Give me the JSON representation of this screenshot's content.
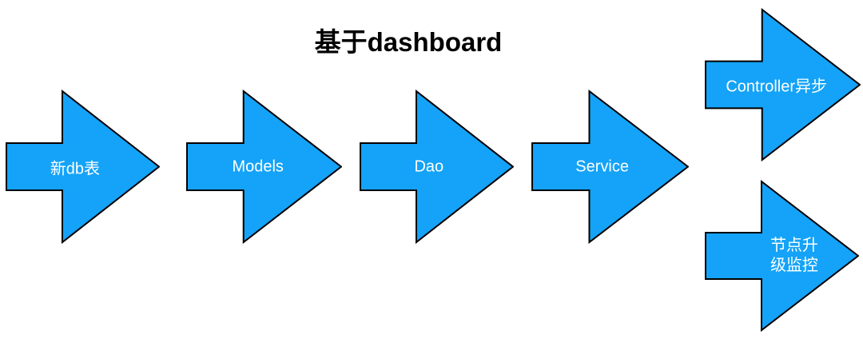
{
  "title": "基于dashboard",
  "colors": {
    "background": "#ffffff",
    "arrow_fill": "#14a3f8",
    "arrow_outline": "#000000",
    "label_text": "#ffffff",
    "title_text": "#000000"
  },
  "arrows": [
    {
      "id": "new-db-table",
      "label": "新db表"
    },
    {
      "id": "models",
      "label": "Models"
    },
    {
      "id": "dao",
      "label": "Dao"
    },
    {
      "id": "service",
      "label": "Service"
    },
    {
      "id": "controller-async",
      "label": "Controller异步"
    },
    {
      "id": "node-upgrade-monitor",
      "label": "节点升级监控"
    }
  ]
}
